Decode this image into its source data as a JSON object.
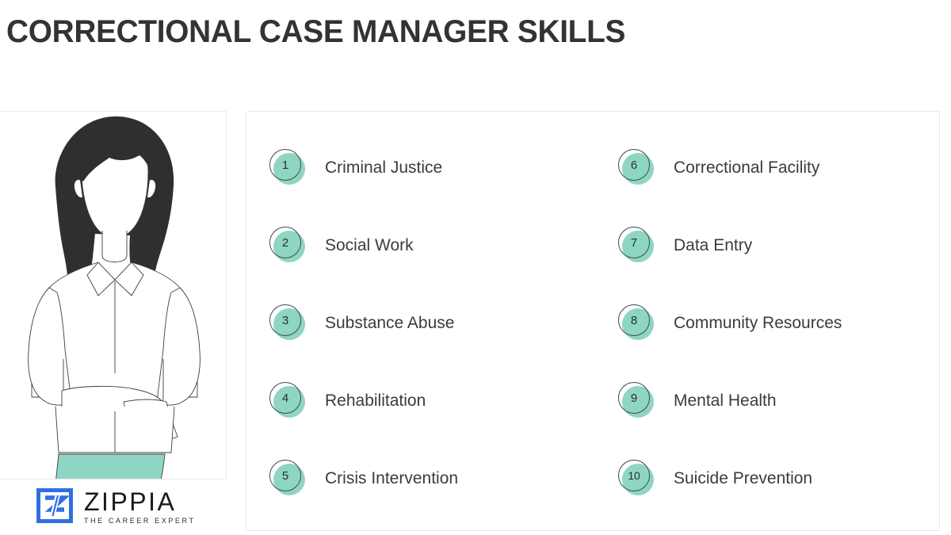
{
  "header": {
    "title": "CORRECTIONAL CASE MANAGER SKILLS"
  },
  "illustration": {
    "name": "woman-arms-crossed-illustration",
    "hair_color": "#2f2f2f",
    "outline_color": "#3e3e3e",
    "pants_color": "#8fd5c4",
    "shirt_color": "#ffffff"
  },
  "brand": {
    "logo_word": "ZIPPIA",
    "logo_tagline": "THE CAREER EXPERT",
    "logo_color": "#2f6fe0",
    "logo_icon": "zippia-z-logo-icon"
  },
  "theme": {
    "badge_fill": "#8fd5c4",
    "badge_ring": "#3d4a46",
    "badge_number_color": "#27312e",
    "label_color": "#3b3b3b",
    "title_color": "#333333",
    "card_border": "#e8e8e8",
    "page_background": "#ffffff"
  },
  "skills": {
    "column_left": [
      {
        "rank": "1",
        "label": "Criminal Justice"
      },
      {
        "rank": "2",
        "label": "Social Work"
      },
      {
        "rank": "3",
        "label": "Substance Abuse"
      },
      {
        "rank": "4",
        "label": "Rehabilitation"
      },
      {
        "rank": "5",
        "label": "Crisis Intervention"
      }
    ],
    "column_right": [
      {
        "rank": "6",
        "label": "Correctional Facility"
      },
      {
        "rank": "7",
        "label": "Data Entry"
      },
      {
        "rank": "8",
        "label": "Community Resources"
      },
      {
        "rank": "9",
        "label": "Mental Health"
      },
      {
        "rank": "10",
        "label": "Suicide Prevention"
      }
    ]
  }
}
